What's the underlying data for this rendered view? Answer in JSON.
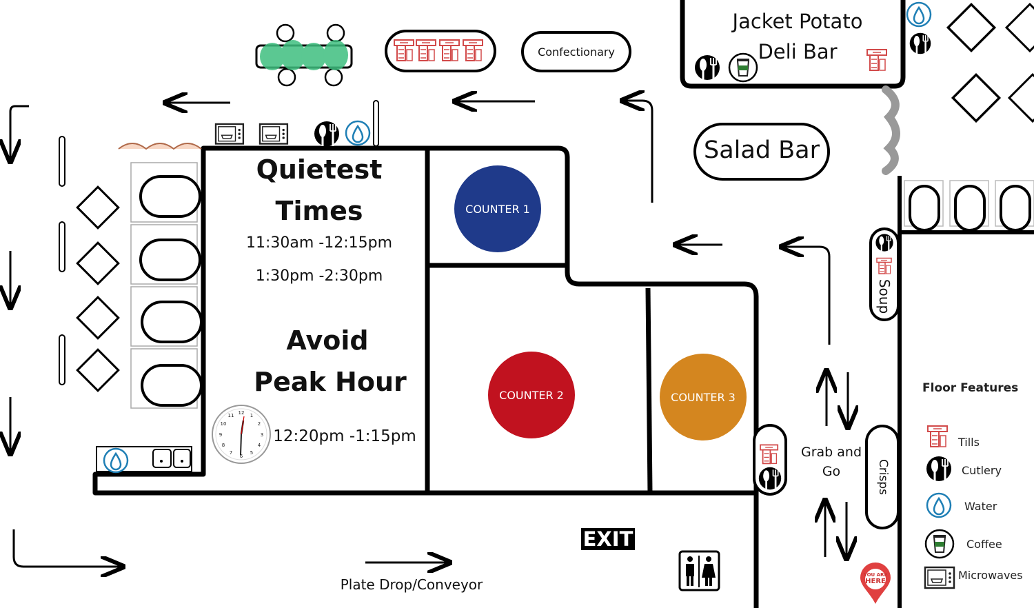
{
  "map": {
    "zones": {
      "jacket_potato": "Jacket Potato",
      "deli_bar": "Deli Bar",
      "salad_bar": "Salad Bar",
      "confectionary": "Confectionary",
      "soup": "Soup",
      "crisps": "Crisps",
      "grab_and_go_1": "Grab and",
      "grab_and_go_2": "Go",
      "plate_drop": "Plate Drop/Conveyor",
      "exit": "EXIT",
      "you_are_here_1": "YOU ARE",
      "you_are_here_2": "HERE"
    },
    "counters": [
      {
        "label": "COUNTER 1",
        "color": "#1f3a8a"
      },
      {
        "label": "COUNTER 2",
        "color": "#c1121f"
      },
      {
        "label": "COUNTER 3",
        "color": "#d4861f"
      }
    ],
    "times": {
      "quiet_title_1": "Quietest",
      "quiet_title_2": "Times",
      "quiet_1": "11:30am -12:15pm",
      "quiet_2": "1:30pm -2:30pm",
      "peak_title_1": "Avoid",
      "peak_title_2": "Peak Hour",
      "peak": "12:20pm -1:15pm"
    },
    "legend": {
      "title": "Floor Features",
      "items": [
        {
          "label": "Tills",
          "icon": "till-icon"
        },
        {
          "label": "Cutlery",
          "icon": "cutlery-icon"
        },
        {
          "label": "Water",
          "icon": "water-icon"
        },
        {
          "label": "Coffee",
          "icon": "coffee-icon"
        },
        {
          "label": "Microwaves",
          "icon": "microwave-icon"
        }
      ]
    },
    "colors": {
      "wall": "#000000",
      "till": "#d24a4a",
      "water": "#1f7fb5",
      "plant": "#3fbf7f",
      "pin": "#e04040"
    }
  }
}
